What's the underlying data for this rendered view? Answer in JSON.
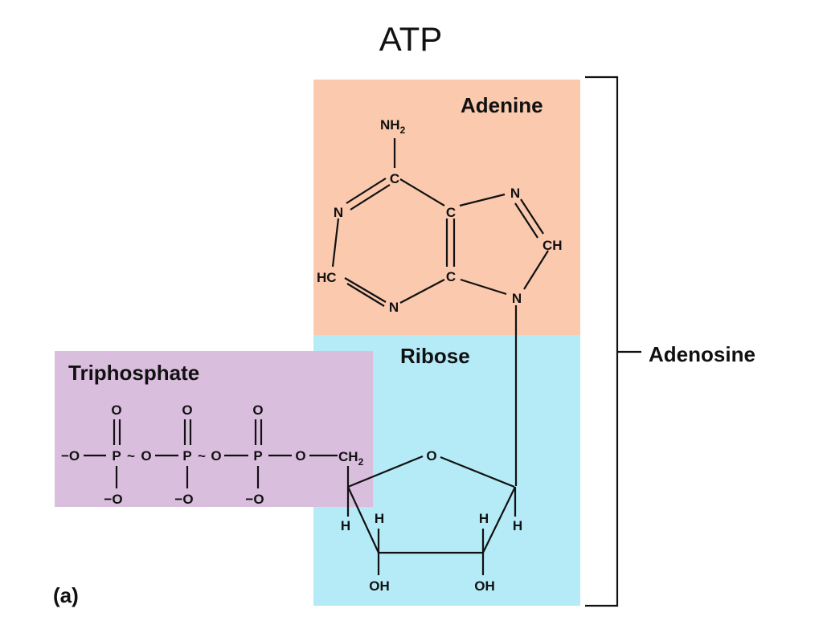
{
  "title": "ATP",
  "panel_label": "(a)",
  "regions": {
    "adenine": "Adenine",
    "ribose": "Ribose",
    "triphosphate": "Triphosphate",
    "adenosine": "Adenosine"
  },
  "colors": {
    "adenine": "#fac9ae",
    "ribose": "#b5eaf7",
    "triphosphate": "#dabede",
    "ink": "#111111"
  },
  "atoms": {
    "nh2": "NH",
    "nh2_sub": "2",
    "c": "C",
    "n": "N",
    "ch": "CH",
    "hc": "HC",
    "o": "O",
    "p": "P",
    "neg_o": "−O",
    "ch2": "CH",
    "ch2_sub": "2",
    "h": "H",
    "oh": "OH",
    "tilde": "~"
  }
}
